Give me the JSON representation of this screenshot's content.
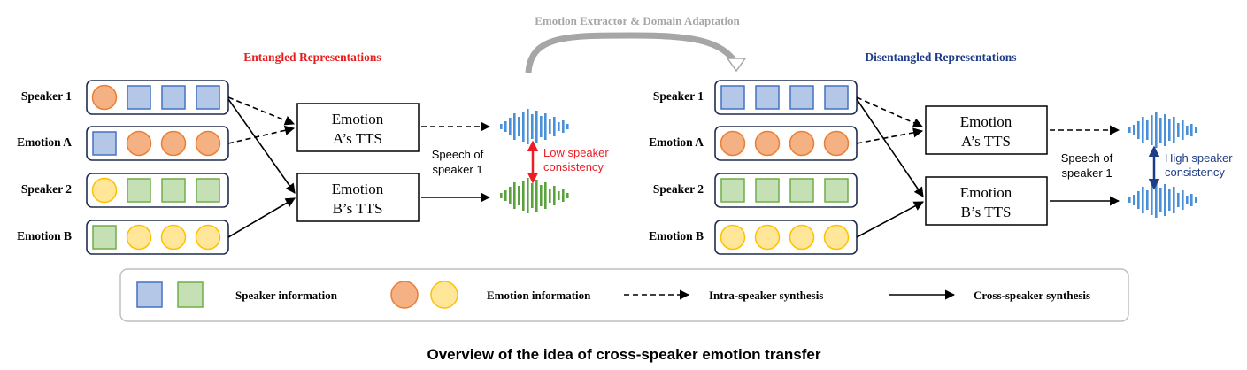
{
  "top_label": "Emotion Extractor & Domain Adaptation",
  "left": {
    "title": "Entangled Representations",
    "rows": [
      {
        "label": "Speaker 1",
        "tokens": [
          "circle-orange",
          "square-blue",
          "square-blue",
          "square-blue"
        ]
      },
      {
        "label": "Emotion A",
        "tokens": [
          "square-blue",
          "circle-orange",
          "circle-orange",
          "circle-orange"
        ]
      },
      {
        "label": "Speaker 2",
        "tokens": [
          "circle-yellow",
          "square-green",
          "square-green",
          "square-green"
        ]
      },
      {
        "label": "Emotion B",
        "tokens": [
          "square-green",
          "circle-yellow",
          "circle-yellow",
          "circle-yellow"
        ]
      }
    ],
    "tts_a": [
      "Emotion",
      "A’s TTS"
    ],
    "tts_b": [
      "Emotion",
      "B’s TTS"
    ],
    "speech_label": [
      "Speech of",
      "speaker 1"
    ],
    "consistency": [
      "Low speaker",
      "consistency"
    ]
  },
  "right": {
    "title": "Disentangled Representations",
    "rows": [
      {
        "label": "Speaker 1",
        "tokens": [
          "square-blue",
          "square-blue",
          "square-blue",
          "square-blue"
        ]
      },
      {
        "label": "Emotion A",
        "tokens": [
          "circle-orange",
          "circle-orange",
          "circle-orange",
          "circle-orange"
        ]
      },
      {
        "label": "Speaker 2",
        "tokens": [
          "square-green",
          "square-green",
          "square-green",
          "square-green"
        ]
      },
      {
        "label": "Emotion B",
        "tokens": [
          "circle-yellow",
          "circle-yellow",
          "circle-yellow",
          "circle-yellow"
        ]
      }
    ],
    "tts_a": [
      "Emotion",
      "A’s TTS"
    ],
    "tts_b": [
      "Emotion",
      "B’s TTS"
    ],
    "speech_label": [
      "Speech of",
      "speaker 1"
    ],
    "consistency": [
      "High speaker",
      "consistency"
    ]
  },
  "legend": {
    "speaker_info": "Speaker information",
    "emotion_info": "Emotion information",
    "intra": "Intra-speaker synthesis",
    "cross": "Cross-speaker synthesis"
  },
  "caption": "Overview of the idea of cross-speaker emotion transfer",
  "colors": {
    "blue_fill": "#b4c7e7",
    "blue_stroke": "#4472c4",
    "orange_fill": "#f4b183",
    "orange_stroke": "#ed7d31",
    "green_fill": "#c5e0b4",
    "green_stroke": "#70ad47",
    "yellow_fill": "#ffe699",
    "yellow_stroke": "#ffc000",
    "title_red": "#e81e1e",
    "title_navy": "#1f3c88",
    "low_red": "#ee1c25",
    "high_navy": "#1f3c88",
    "wave_blue": "#4a90d9",
    "wave_green": "#5aa33c"
  }
}
